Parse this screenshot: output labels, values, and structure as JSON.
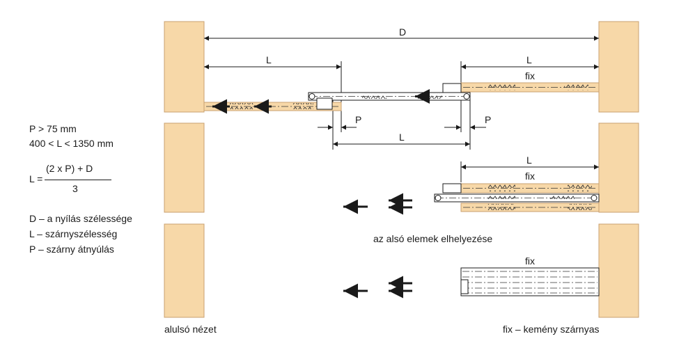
{
  "diagram": {
    "dimension_labels": {
      "D": "D",
      "L_left": "L",
      "L_right_top": "L",
      "P_left": "P",
      "P_right": "P",
      "L_middle": "L",
      "L_second_row": "L"
    },
    "fix_labels": {
      "row1": "fix",
      "row2": "fix",
      "row3": "fix"
    },
    "captions": {
      "placement": "az alsó elemek elhelyezése",
      "bottom_view": "alulsó nézet",
      "fixed_leaf": "fix – kemény szárnyas"
    },
    "colors": {
      "wood": "#f7d8a8",
      "wood_edge": "#c9a070",
      "line": "#1a1a1a"
    }
  },
  "legend": {
    "conditions": [
      "P > 75 mm",
      "400 < L < 1350 mm"
    ],
    "formula": {
      "lhs": "L =",
      "numerator": "(2 x P) + D",
      "denominator": "3"
    },
    "definitions": [
      "D – a nyílás szélessége",
      "L – szárnyszélesség",
      "P –  szárny átnyúlás"
    ]
  }
}
